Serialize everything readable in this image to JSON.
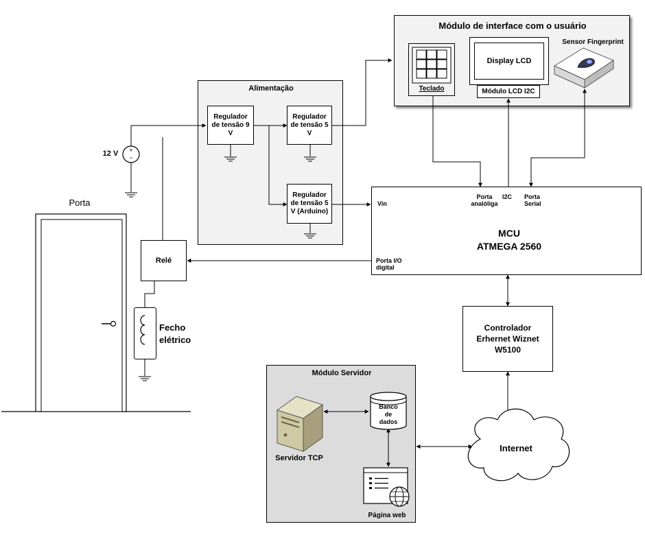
{
  "door": {
    "title": "Porta"
  },
  "power": {
    "title": "Alimentação",
    "source_label": "12 V",
    "reg9": "Regulador de tensão 9 V",
    "reg5": "Regulador de tensão 5 V",
    "reg5_arduino": "Regulador de tensão 5 V (Arduino)"
  },
  "ui_module": {
    "title": "Módulo de interface com o usuário",
    "keypad": "Teclado",
    "display": "Display LCD",
    "lcd_module": "Módulo LCD I2C",
    "fingerprint": "Sensor Fingerprint"
  },
  "mcu": {
    "title": "MCU",
    "model": "ATMEGA 2560",
    "vin": "Vin",
    "analog_port": "Porta analóliga",
    "i2c": "I2C",
    "serial_port": "Porta Serial",
    "digital_io": "Porta I/O digital"
  },
  "relay": {
    "label": "Relé"
  },
  "lock": {
    "label": "Fecho elétrico"
  },
  "ethernet": {
    "label": "Controlador Erhernet Wiznet W5100"
  },
  "server_module": {
    "title": "Módulo Servidor",
    "tcp_server": "Servidor TCP",
    "database": "Banco de dados",
    "web_page": "Página web"
  },
  "internet": {
    "label": "Internet"
  }
}
